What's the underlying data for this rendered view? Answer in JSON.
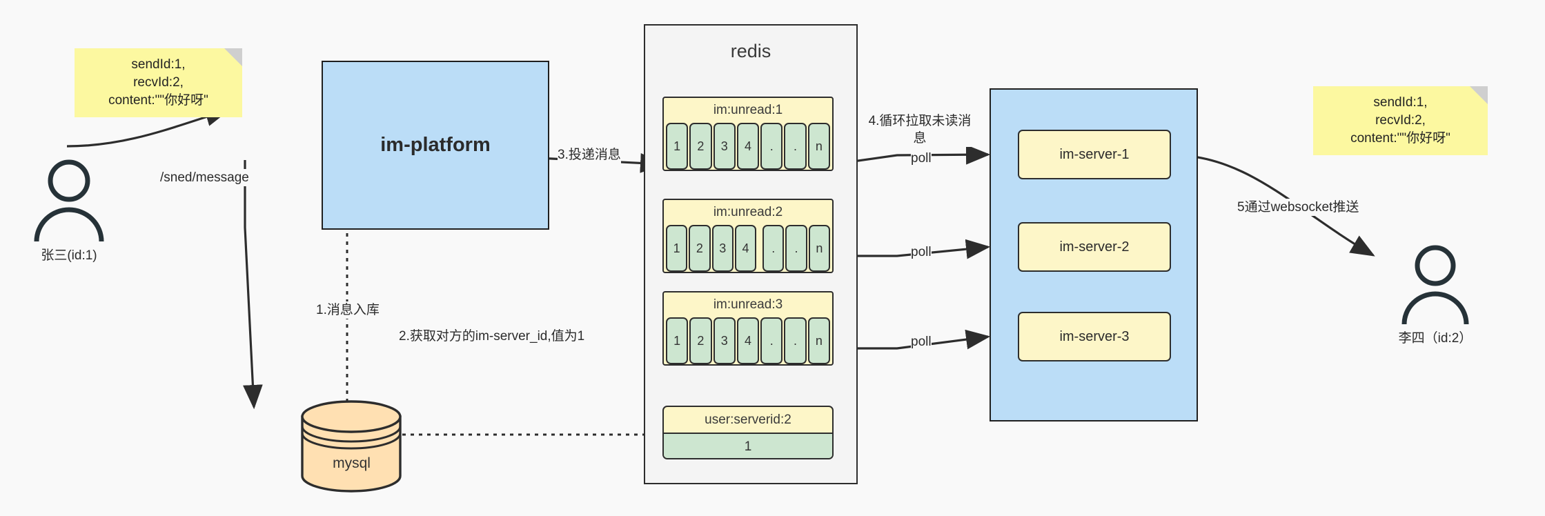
{
  "diagram": {
    "title": "IM message delivery architecture",
    "colors": {
      "note_yellow": "#fcf8a0",
      "box_blue": "#bbddf7",
      "key_yellow": "#fdf6c8",
      "cell_green": "#cde6d0",
      "db_peach": "#ffe0b2",
      "stroke": "#2d2d2d",
      "canvas": "#f9f9f9"
    },
    "notes": [
      {
        "name": "left-note",
        "text": "sendId:1,\nrecvId:2,\ncontent:\"\"你好呀\""
      },
      {
        "name": "right-note",
        "text": "sendId:1,\nrecvId:2,\ncontent:\"\"你好呀\""
      }
    ],
    "actors": [
      {
        "name": "sender",
        "label": "张三(id:1)"
      },
      {
        "name": "receiver",
        "label": "李四（id:2）"
      }
    ],
    "platform": {
      "label": "im-platform"
    },
    "database": {
      "label": "mysql"
    },
    "redis": {
      "title": "redis",
      "keys": [
        {
          "key": "im:unread:1",
          "cells": [
            "1",
            "2",
            "3",
            "4",
            ".",
            ".",
            "n"
          ]
        },
        {
          "key": "im:unread:2",
          "cells": [
            "1",
            "2",
            "3",
            "4",
            ".",
            ".",
            "n"
          ]
        },
        {
          "key": "im:unread:3",
          "cells": [
            "1",
            "2",
            "3",
            "4",
            ".",
            ".",
            "n"
          ]
        }
      ],
      "kv": {
        "key": "user:serverid:2",
        "value": "1"
      }
    },
    "servers": [
      {
        "label": "im-server-1"
      },
      {
        "label": "im-server-2"
      },
      {
        "label": "im-server-3"
      }
    ],
    "edges": {
      "send_message": "/sned/message",
      "step1": "1.消息入库",
      "step2": "2.获取对方的im-server_id,值为1",
      "step3": "3.投递消息",
      "step4": "4.循环拉取未读消\n息",
      "step5": "5通过websocket推送",
      "poll1": "poll",
      "poll2": "poll",
      "poll3": "poll"
    }
  }
}
